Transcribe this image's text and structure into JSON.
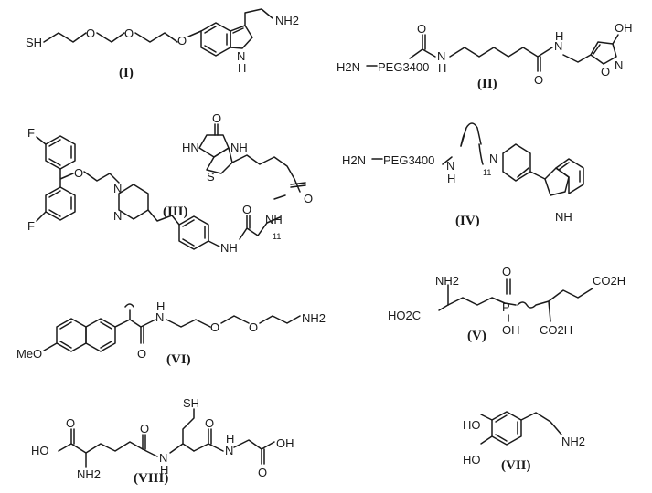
{
  "compounds": [
    {
      "label": "(I)",
      "atoms": [
        "SH",
        "O",
        "O",
        "O",
        "NH2",
        "N",
        "H"
      ]
    },
    {
      "label": "(II)",
      "atoms": [
        "H2N",
        "PEG3400",
        "O",
        "N",
        "H",
        "O",
        "N",
        "H",
        "OH",
        "N",
        "O"
      ]
    },
    {
      "label": "(III)",
      "atoms": [
        "F",
        "F",
        "O",
        "N",
        "N",
        "O",
        "HN",
        "NH",
        "S",
        "NH",
        "NH",
        "O",
        "O",
        "11"
      ]
    },
    {
      "label": "(IV)",
      "atoms": [
        "H2N",
        "PEG3400",
        "N",
        "H",
        "N",
        "11",
        "NH"
      ]
    },
    {
      "label": "(V)",
      "atoms": [
        "NH2",
        "HO2C",
        "O",
        "P",
        "OH",
        "CO2H",
        "CO2H"
      ]
    },
    {
      "label": "(VI)",
      "atoms": [
        "MeO",
        "O",
        "N",
        "H",
        "O",
        "O",
        "NH2"
      ]
    },
    {
      "label": "(VII)",
      "atoms": [
        "HO",
        "HO",
        "NH2"
      ]
    },
    {
      "label": "(VIII)",
      "atoms": [
        "SH",
        "O",
        "HO",
        "NH2",
        "O",
        "N",
        "H",
        "O",
        "N",
        "H",
        "O",
        "OH"
      ]
    }
  ]
}
